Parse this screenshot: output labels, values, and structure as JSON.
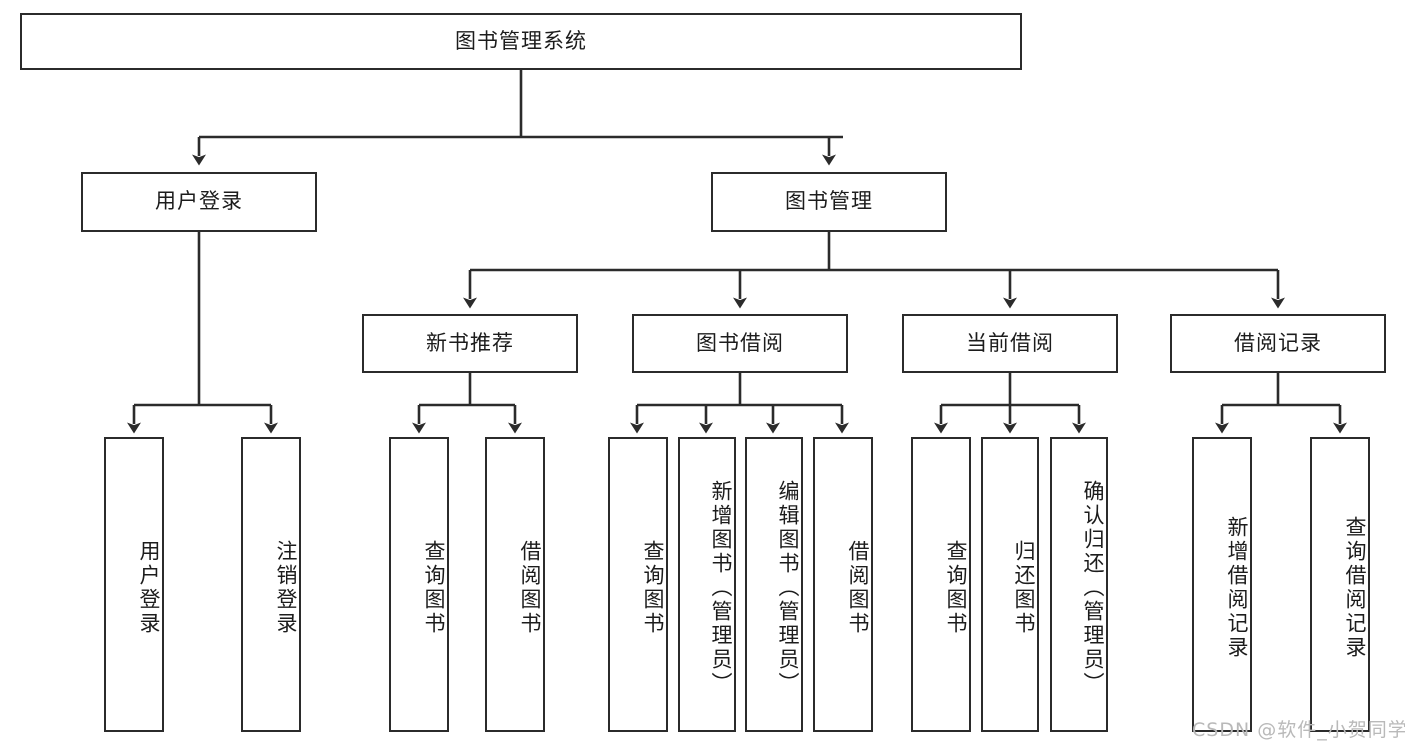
{
  "diagram": {
    "title": "图书管理系统",
    "type": "hierarchy-tree",
    "levels": 4,
    "root": {
      "id": "root",
      "label": "图书管理系统"
    },
    "level2": [
      {
        "id": "user-login",
        "label": "用户登录"
      },
      {
        "id": "book-manage",
        "label": "图书管理"
      }
    ],
    "level3": [
      {
        "id": "new-book-recommend",
        "label": "新书推荐",
        "parent": "book-manage"
      },
      {
        "id": "book-borrow",
        "label": "图书借阅",
        "parent": "book-manage"
      },
      {
        "id": "current-borrow",
        "label": "当前借阅",
        "parent": "book-manage"
      },
      {
        "id": "borrow-record",
        "label": "借阅记录",
        "parent": "book-manage"
      }
    ],
    "leaves": {
      "user_login": [
        {
          "id": "leaf-user-login",
          "label": "用户登录"
        },
        {
          "id": "leaf-logout",
          "label": "注销登录"
        }
      ],
      "new_book_recommend": [
        {
          "id": "leaf-query-book-1",
          "label": "查询图书"
        },
        {
          "id": "leaf-borrow-book-1",
          "label": "借阅图书"
        }
      ],
      "book_borrow": [
        {
          "id": "leaf-query-book-2",
          "label": "查询图书"
        },
        {
          "id": "leaf-add-book",
          "label": "新增图书（管理员）"
        },
        {
          "id": "leaf-edit-book",
          "label": "编辑图书（管理员）"
        },
        {
          "id": "leaf-borrow-book-2",
          "label": "借阅图书"
        }
      ],
      "current_borrow": [
        {
          "id": "leaf-query-book-3",
          "label": "查询图书"
        },
        {
          "id": "leaf-return-book",
          "label": "归还图书"
        },
        {
          "id": "leaf-confirm-return",
          "label": "确认归还（管理员）"
        }
      ],
      "borrow_record": [
        {
          "id": "leaf-add-record",
          "label": "新增借阅记录"
        },
        {
          "id": "leaf-query-record",
          "label": "查询借阅记录"
        }
      ]
    }
  },
  "watermark": {
    "text": "CSDN @软件_小贺同学"
  },
  "colors": {
    "stroke": "#2b2b2b",
    "fill": "#ffffff",
    "text": "#1c1c1c",
    "watermark": "#b9b9b9"
  }
}
